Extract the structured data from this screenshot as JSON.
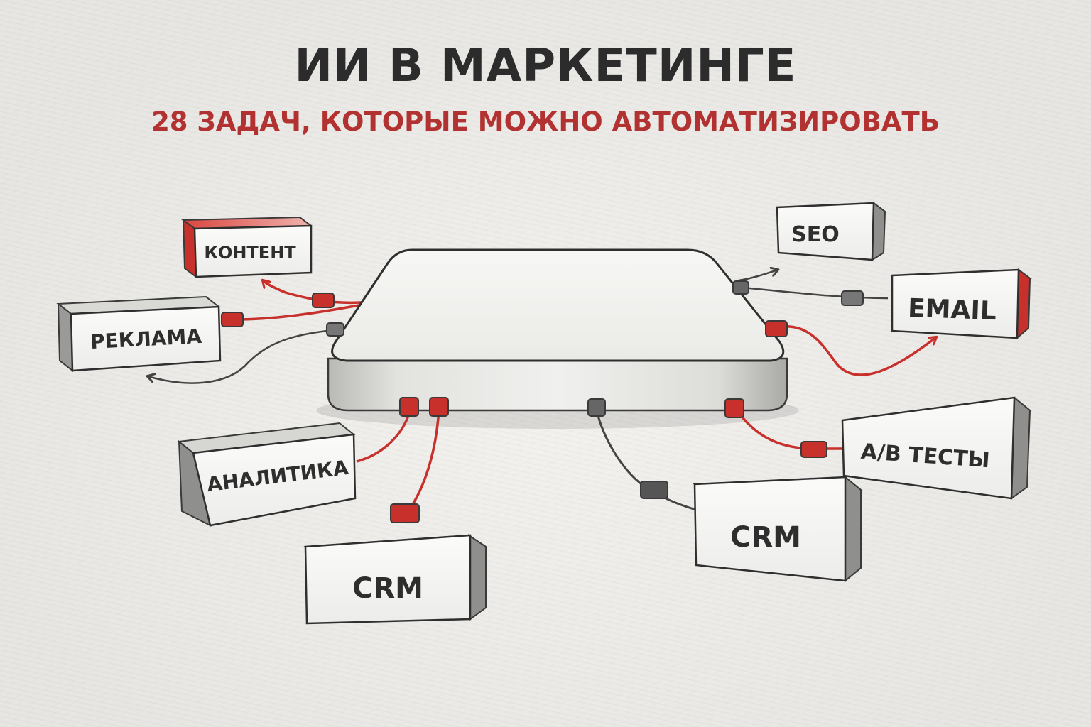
{
  "title": "ИИ В МАРКЕТИНГЕ",
  "subtitle": "28 ЗАДАЧ, КОТОРЫЕ МОЖНО АВТОМАТИЗИРОВАТЬ",
  "colors": {
    "accent": "#b23232",
    "connector_red": "#c8302c",
    "connector_gray": "#555555",
    "text": "#2c2c2c"
  },
  "nodes": [
    {
      "id": "content",
      "label": "КОНТЕНТ",
      "accent": true
    },
    {
      "id": "ads",
      "label": "РЕКЛАМА",
      "accent": false
    },
    {
      "id": "analytics",
      "label": "АНАЛИТИКА",
      "accent": false
    },
    {
      "id": "crm-left",
      "label": "CRM",
      "accent": false
    },
    {
      "id": "crm-right",
      "label": "CRM",
      "accent": false
    },
    {
      "id": "ab-tests",
      "label": "A/B ТЕСТЫ",
      "accent": false
    },
    {
      "id": "email",
      "label": "EMAIL",
      "accent": true
    },
    {
      "id": "seo",
      "label": "SEO",
      "accent": false
    }
  ],
  "hub": {
    "label": ""
  }
}
